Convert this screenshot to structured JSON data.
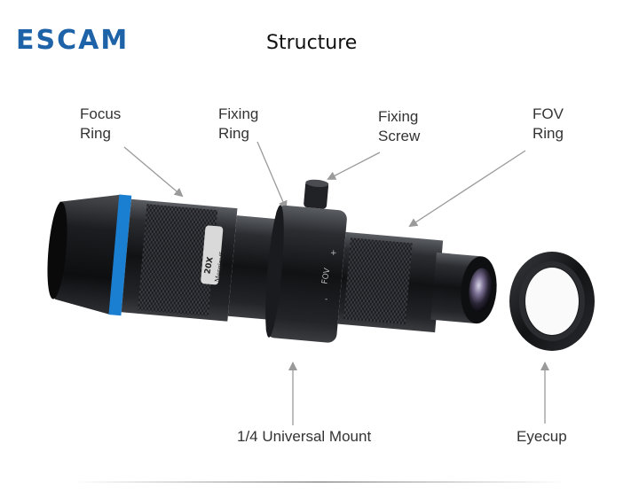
{
  "brand": "ESCAM",
  "title": "Structure",
  "labels": {
    "focus_ring": [
      "Focus",
      "Ring"
    ],
    "fixing_ring": [
      "Fixing",
      "Ring"
    ],
    "fixing_screw": [
      "Fixing",
      "Screw"
    ],
    "fov_ring": [
      "FOV",
      "Ring"
    ],
    "mount": "1/4 Universal Mount",
    "eyecup": "Eyecup"
  },
  "lens_markings": {
    "zoom": "20X",
    "maker": "Mergiraffe",
    "fov": "FOV",
    "plus": "+",
    "minus": "-"
  },
  "colors": {
    "brand": "#1e63a8",
    "accent_ring": "#1b7fd1",
    "arrow": "#9a9a9a"
  }
}
